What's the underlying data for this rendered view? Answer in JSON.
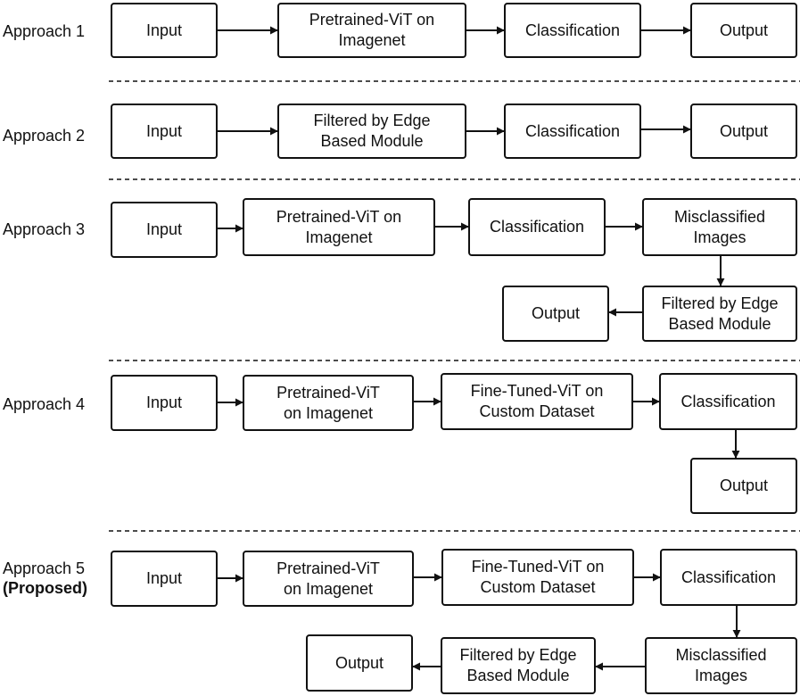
{
  "approaches": [
    {
      "label": "Approach 1",
      "sublabel": "",
      "nodes": [
        {
          "id": "a1-input",
          "text": "Input"
        },
        {
          "id": "a1-vit",
          "text": "Pretrained-ViT on\nImagenet"
        },
        {
          "id": "a1-class",
          "text": "Classification"
        },
        {
          "id": "a1-output",
          "text": "Output"
        }
      ]
    },
    {
      "label": "Approach 2",
      "sublabel": "",
      "nodes": [
        {
          "id": "a2-input",
          "text": "Input"
        },
        {
          "id": "a2-edge",
          "text": "Filtered by Edge\nBased Module"
        },
        {
          "id": "a2-class",
          "text": "Classification"
        },
        {
          "id": "a2-output",
          "text": "Output"
        }
      ]
    },
    {
      "label": "Approach 3",
      "sublabel": "",
      "nodes": [
        {
          "id": "a3-input",
          "text": "Input"
        },
        {
          "id": "a3-vit",
          "text": "Pretrained-ViT on\nImagenet"
        },
        {
          "id": "a3-class",
          "text": "Classification"
        },
        {
          "id": "a3-mis",
          "text": "Misclassified\nImages"
        },
        {
          "id": "a3-edge",
          "text": "Filtered by Edge\nBased Module"
        },
        {
          "id": "a3-output",
          "text": "Output"
        }
      ]
    },
    {
      "label": "Approach 4",
      "sublabel": "",
      "nodes": [
        {
          "id": "a4-input",
          "text": "Input"
        },
        {
          "id": "a4-vit",
          "text": "Pretrained-ViT\non Imagenet"
        },
        {
          "id": "a4-ft",
          "text": "Fine-Tuned-ViT on\nCustom Dataset"
        },
        {
          "id": "a4-class",
          "text": "Classification"
        },
        {
          "id": "a4-output",
          "text": "Output"
        }
      ]
    },
    {
      "label": "Approach 5",
      "sublabel": "(Proposed)",
      "nodes": [
        {
          "id": "a5-input",
          "text": "Input"
        },
        {
          "id": "a5-vit",
          "text": "Pretrained-ViT\non Imagenet"
        },
        {
          "id": "a5-ft",
          "text": "Fine-Tuned-ViT on\nCustom Dataset"
        },
        {
          "id": "a5-class",
          "text": "Classification"
        },
        {
          "id": "a5-mis",
          "text": "Misclassified\nImages"
        },
        {
          "id": "a5-edge",
          "text": "Filtered by Edge\nBased Module"
        },
        {
          "id": "a5-output",
          "text": "Output"
        }
      ]
    }
  ]
}
